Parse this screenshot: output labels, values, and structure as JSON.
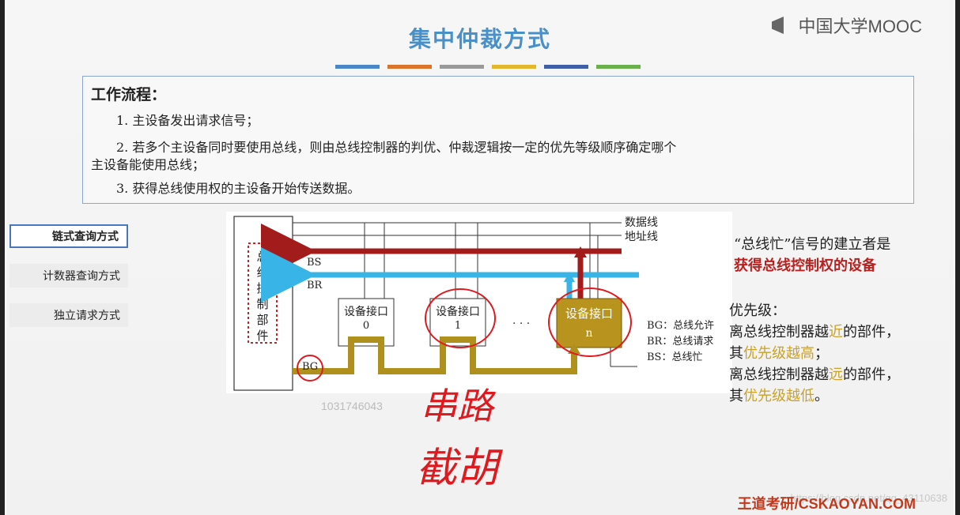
{
  "slide": {
    "title": "集中仲裁方式",
    "logo_text": "中国大学MOOC",
    "stripe_colors": [
      "#4a86c8",
      "#d9742a",
      "#9a9a9a",
      "#e3b72d",
      "#3f5fa6",
      "#6ab04c"
    ]
  },
  "workflow": {
    "heading": "工作流程：",
    "step1": "1. 主设备发出请求信号；",
    "step2_line1": "2. 若多个主设备同时要使用总线，则由总线控制器的判优、仲裁逻辑按一定的优先等级顺序确定哪个",
    "step2_line2": "主设备能使用总线；",
    "step3": "3. 获得总线使用权的主设备开始传送数据。"
  },
  "sidenav": {
    "items": [
      {
        "label": "链式查询方式",
        "active": true
      },
      {
        "label": "计数器查询方式",
        "active": false
      },
      {
        "label": "独立请求方式",
        "active": false
      }
    ]
  },
  "diagram": {
    "controller_label": "总线控制部件",
    "controller_chars": [
      "总",
      "线",
      "控",
      "制",
      "部",
      "件"
    ],
    "data_line": "数据线",
    "addr_line": "地址线",
    "bs": "BS",
    "br": "BR",
    "bg": "BG",
    "dev0_line1": "设备接口",
    "dev0_line2": "0",
    "dev1_line1": "设备接口",
    "dev1_line2": "1",
    "devn_line1": "设备接口",
    "devn_line2": "n",
    "ellipsis": "· · ·",
    "legend_bg": "BG：总线允许",
    "legend_br": "BR：总线请求",
    "legend_bs": "BS：总线忙",
    "handwriting_line1": "串路",
    "handwriting_line2": "截胡"
  },
  "right_notes": {
    "busy_part1": "“总线忙”信号的建立者是",
    "busy_part2": "获得总线控制权的设备",
    "priority_heading": "优先级：",
    "p1_a": "离总线控制器越",
    "p1_b": "近",
    "p1_c": "的部件，",
    "p2_a": "其",
    "p2_b": "优先级越高",
    "p2_c": "；",
    "p3_a": "离总线控制器越",
    "p3_b": "远",
    "p3_c": "的部件，",
    "p4_a": "其",
    "p4_b": "优先级越低",
    "p4_c": "。"
  },
  "footer": {
    "watermark": "1031746043",
    "brand": "王道考研/CSKAOYAN.COM",
    "csdn": "https://blog.csdn.net/qq_43110638"
  }
}
